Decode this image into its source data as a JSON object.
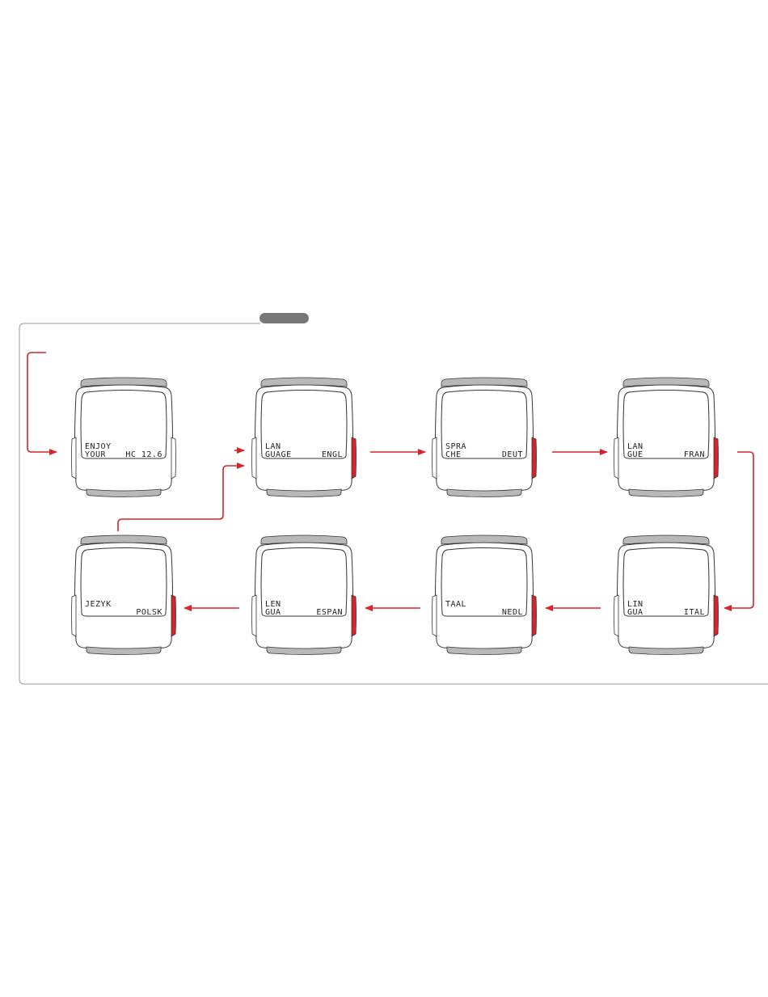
{
  "panel": {
    "tab_label": ""
  },
  "colors": {
    "accent": "#d8232a",
    "outline": "#333333",
    "bar_fill": "#b8b8b8",
    "tab_fill": "#777777",
    "panel_border": "#999999"
  },
  "devices": [
    {
      "id": "enjoy",
      "line1": "ENJOY",
      "line2_left": "YOUR",
      "line2_right": "HC 12.6",
      "side_button": false
    },
    {
      "id": "english",
      "line1": "LAN",
      "line2_left": "GUAGE",
      "line2_right": "ENGL",
      "side_button": true
    },
    {
      "id": "deutsch",
      "line1": "SPRA",
      "line2_left": "CHE",
      "line2_right": "DEUT",
      "side_button": true
    },
    {
      "id": "francais",
      "line1": "LAN",
      "line2_left": "GUE",
      "line2_right": "FRAN",
      "side_button": true
    },
    {
      "id": "polski",
      "line1": "JEZYK",
      "line2_left": "",
      "line2_right": "POLSK",
      "side_button": true
    },
    {
      "id": "espanol",
      "line1": "LEN",
      "line2_left": "GUA",
      "line2_right": "ESPAN",
      "side_button": true
    },
    {
      "id": "nederlands",
      "line1": "TAAL",
      "line2_left": "",
      "line2_right": "NEDL",
      "side_button": true
    },
    {
      "id": "italiano",
      "line1": "LIN",
      "line2_left": "GUA",
      "line2_right": "ITAL",
      "side_button": true
    }
  ]
}
